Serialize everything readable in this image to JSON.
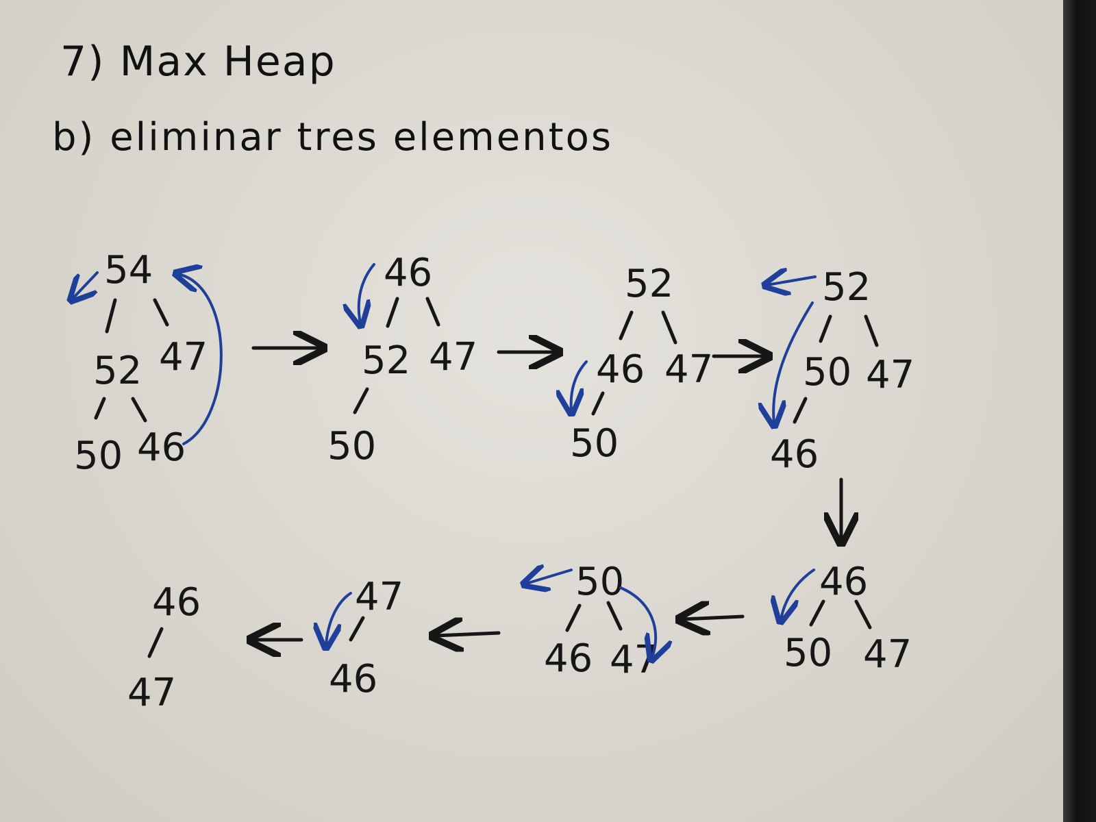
{
  "title": "7) Max Heap",
  "subtitle": "b) eliminar tres elementos",
  "colors": {
    "ink": "#161616",
    "swap_marker": "#1f3f9a",
    "board": "#dcd9d1"
  },
  "heaps": [
    {
      "nodes": [
        "54",
        "52",
        "47",
        "50",
        "46"
      ]
    },
    {
      "nodes": [
        "46",
        "52",
        "47",
        "50"
      ]
    },
    {
      "nodes": [
        "52",
        "46",
        "47",
        "50"
      ]
    },
    {
      "nodes": [
        "52",
        "50",
        "47",
        "46"
      ]
    },
    {
      "nodes": [
        "46",
        "50",
        "47"
      ]
    },
    {
      "nodes": [
        "50",
        "46",
        "47"
      ]
    },
    {
      "nodes": [
        "47",
        "46"
      ]
    },
    {
      "nodes": [
        "46",
        "47"
      ]
    }
  ]
}
